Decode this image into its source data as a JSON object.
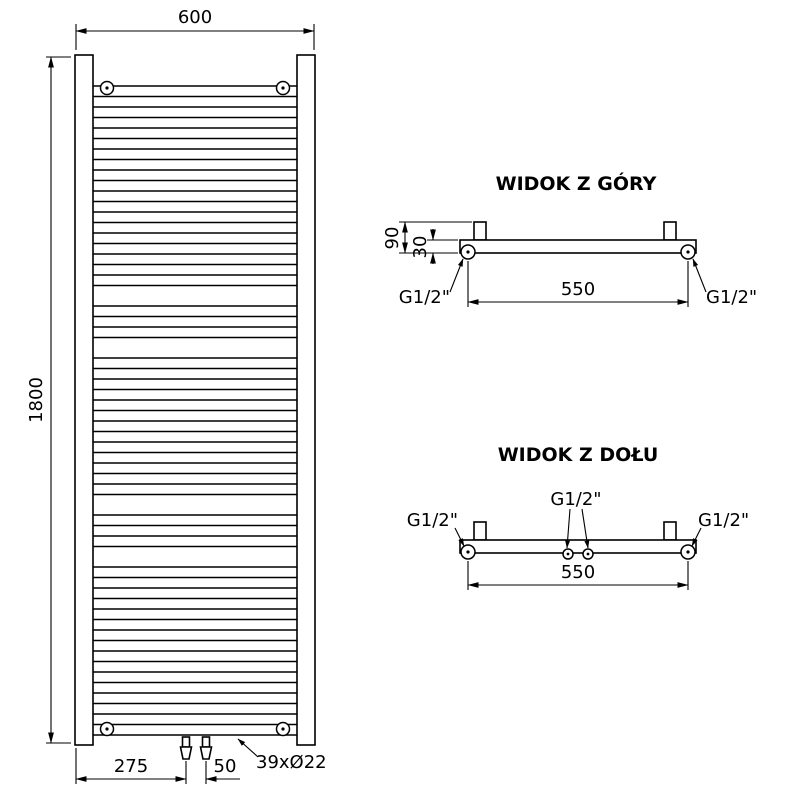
{
  "drawing": {
    "background": "#ffffff",
    "line_color": "#000000"
  },
  "front_view": {
    "dim_width": "600",
    "dim_height": "1800",
    "dim_bottom_offset": "275",
    "dim_bottom_spacing": "50",
    "tube_spec": "39xØ22"
  },
  "top_view": {
    "title": "WIDOK Z GÓRY",
    "dim_depth": "90",
    "dim_axis_offset": "30",
    "dim_span": "550",
    "fitting_left": "G1/2\"",
    "fitting_right": "G1/2\""
  },
  "bottom_view": {
    "title": "WIDOK Z DOŁU",
    "dim_span": "550",
    "fitting_left": "G1/2\"",
    "fitting_center": "G1/2\"",
    "fitting_right": "G1/2\""
  }
}
